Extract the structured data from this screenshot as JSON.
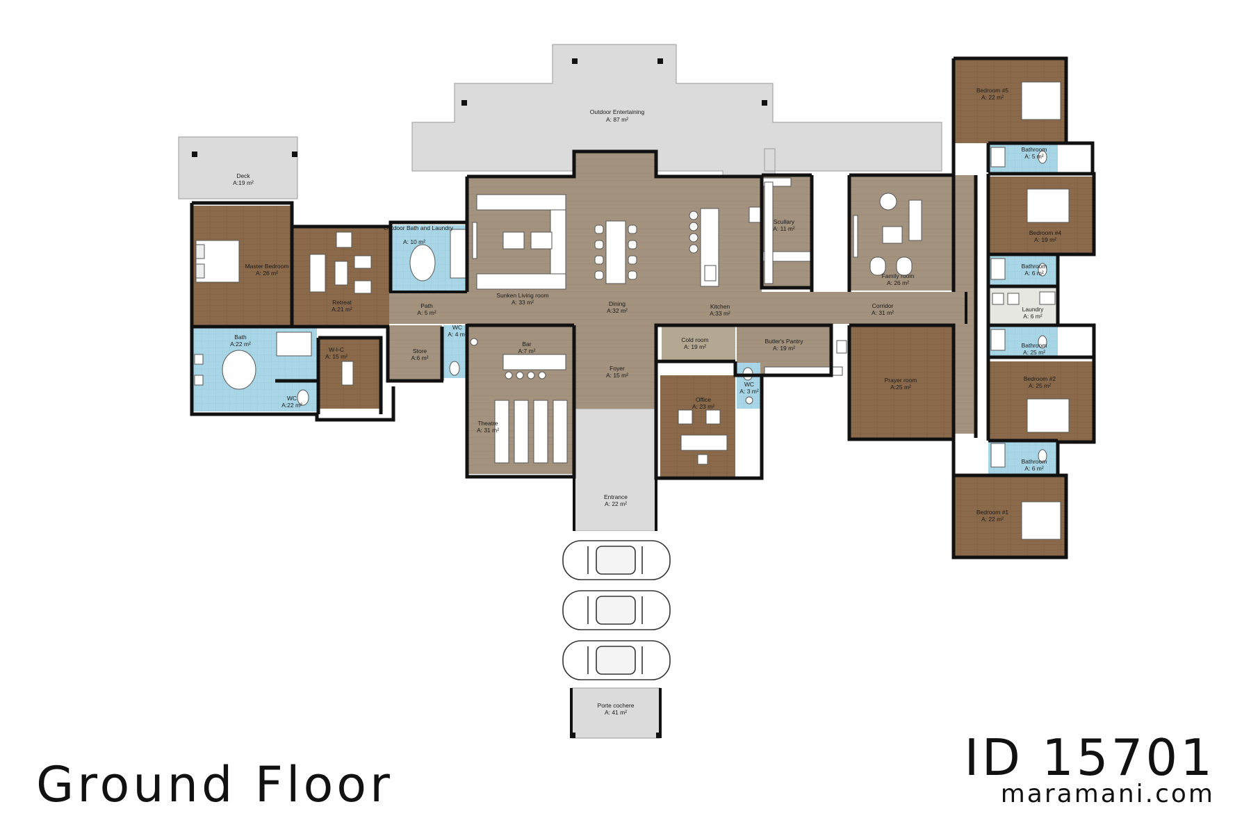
{
  "floor_title": "Ground Floor",
  "plan_id": "ID 15701",
  "website": "maramani.com",
  "colors": {
    "wood_floor": "#8b6a4c",
    "tile_floor": "#a3927e",
    "wet_room": "#a9d6e6",
    "paving": "#d7d7d7",
    "wall": "#111111"
  },
  "rooms": [
    {
      "id": "outdoor-entertaining",
      "name": "Outdoor Entertaining",
      "area": "A: 87 m²"
    },
    {
      "id": "deck",
      "name": "Deck",
      "area": "A:19 m²"
    },
    {
      "id": "master-bedroom",
      "name": "Master Bedroom",
      "area": "A: 26 m²"
    },
    {
      "id": "retreat",
      "name": "Retreat",
      "area": "A:21 m²"
    },
    {
      "id": "outdoor-bath-laundry",
      "name": "Outdoor Bath and Laundry",
      "area": "A: 10 m²"
    },
    {
      "id": "sunken-living",
      "name": "Sunken Living room",
      "area": "A: 33 m²"
    },
    {
      "id": "dining",
      "name": "Dining",
      "area": "A:32 m²"
    },
    {
      "id": "kitchen",
      "name": "Kitchen",
      "area": "A:33 m²"
    },
    {
      "id": "scullery",
      "name": "Scullary",
      "area": "A: 11 m²"
    },
    {
      "id": "family-room",
      "name": "Family room",
      "area": "A: 26 m²"
    },
    {
      "id": "corridor",
      "name": "Corridor",
      "area": "A: 31 m²"
    },
    {
      "id": "path",
      "name": "Path",
      "area": "A: 5 m²"
    },
    {
      "id": "bath",
      "name": "Bath",
      "area": "A:22 m²"
    },
    {
      "id": "wic",
      "name": "W-I-C",
      "area": "A: 15 m²"
    },
    {
      "id": "wc-master",
      "name": "WC",
      "area": "A:22 m²"
    },
    {
      "id": "store",
      "name": "Store",
      "area": "A:6 m²"
    },
    {
      "id": "wc-store",
      "name": "WC",
      "area": "A: 4 m²"
    },
    {
      "id": "bar",
      "name": "Bar",
      "area": "A:7 m²"
    },
    {
      "id": "theatre",
      "name": "Theatre",
      "area": "A: 31 m²"
    },
    {
      "id": "foyer",
      "name": "Foyer",
      "area": "A: 15 m²"
    },
    {
      "id": "cold-room",
      "name": "Cold room",
      "area": "A: 19 m²"
    },
    {
      "id": "butlers-pantry",
      "name": "Butler's Pantry",
      "area": "A: 19 m²"
    },
    {
      "id": "office",
      "name": "Office",
      "area": "A: 23 m²"
    },
    {
      "id": "wc-office",
      "name": "WC",
      "area": "A: 3 m²"
    },
    {
      "id": "prayer-room",
      "name": "Prayer room",
      "area": "A:25 m²"
    },
    {
      "id": "bedroom-5",
      "name": "Bedroom #5",
      "area": "A: 22 m²"
    },
    {
      "id": "bathroom-5",
      "name": "Bathroom",
      "area": "A: 5 m²"
    },
    {
      "id": "bedroom-4",
      "name": "Bedroom #4",
      "area": "A: 19 m²"
    },
    {
      "id": "bathroom-4",
      "name": "Bathroom",
      "area": "A: 6 m²"
    },
    {
      "id": "laundry",
      "name": "Laundry",
      "area": "A: 6 m²"
    },
    {
      "id": "bathroom-3",
      "name": "Bathroom",
      "area": "A: 25 m²"
    },
    {
      "id": "bedroom-2",
      "name": "Bedroom #2",
      "area": "A: 25 m²"
    },
    {
      "id": "bathroom-1",
      "name": "Bathroom",
      "area": "A: 6 m²"
    },
    {
      "id": "bedroom-1",
      "name": "Bedroom #1",
      "area": "A: 22 m²"
    },
    {
      "id": "entrance",
      "name": "Entrance",
      "area": "A: 22 m²"
    },
    {
      "id": "porte-cochere",
      "name": "Porte cochere",
      "area": "A: 41 m²"
    }
  ]
}
